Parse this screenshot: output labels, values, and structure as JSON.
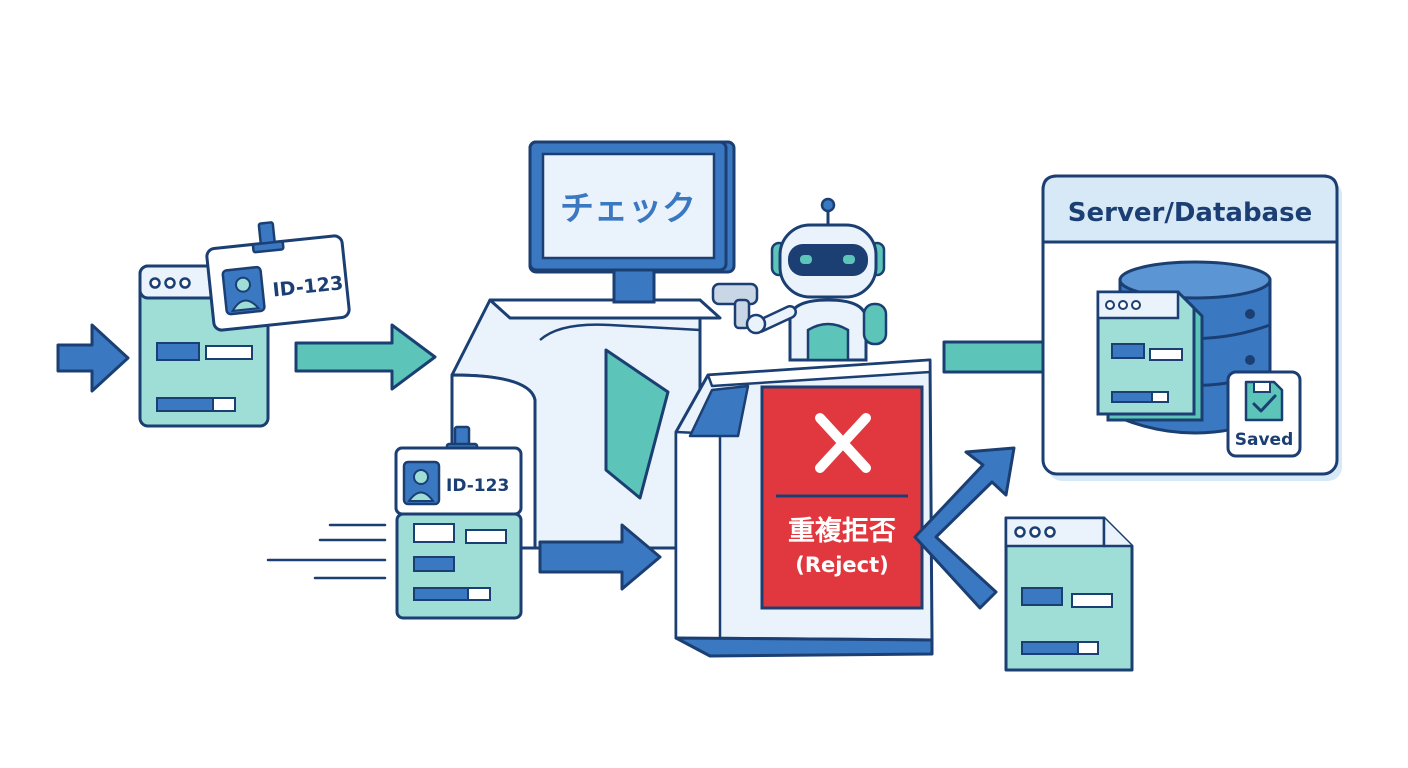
{
  "badge_top": {
    "id_label": "ID-123"
  },
  "badge_bottom": {
    "id_label": "ID-123"
  },
  "monitor": {
    "label": "チェック"
  },
  "reject_panel": {
    "label_jp": "重複拒否",
    "label_en": "(Reject)"
  },
  "server": {
    "title": "Server/Database",
    "saved_label": "Saved"
  },
  "colors": {
    "outline": "#1b3f73",
    "blue": "#3a78c2",
    "teal": "#5cc4b8",
    "teal_light": "#9fded6",
    "panel_light": "#eaf2fb",
    "reject_red": "#e0383e"
  }
}
